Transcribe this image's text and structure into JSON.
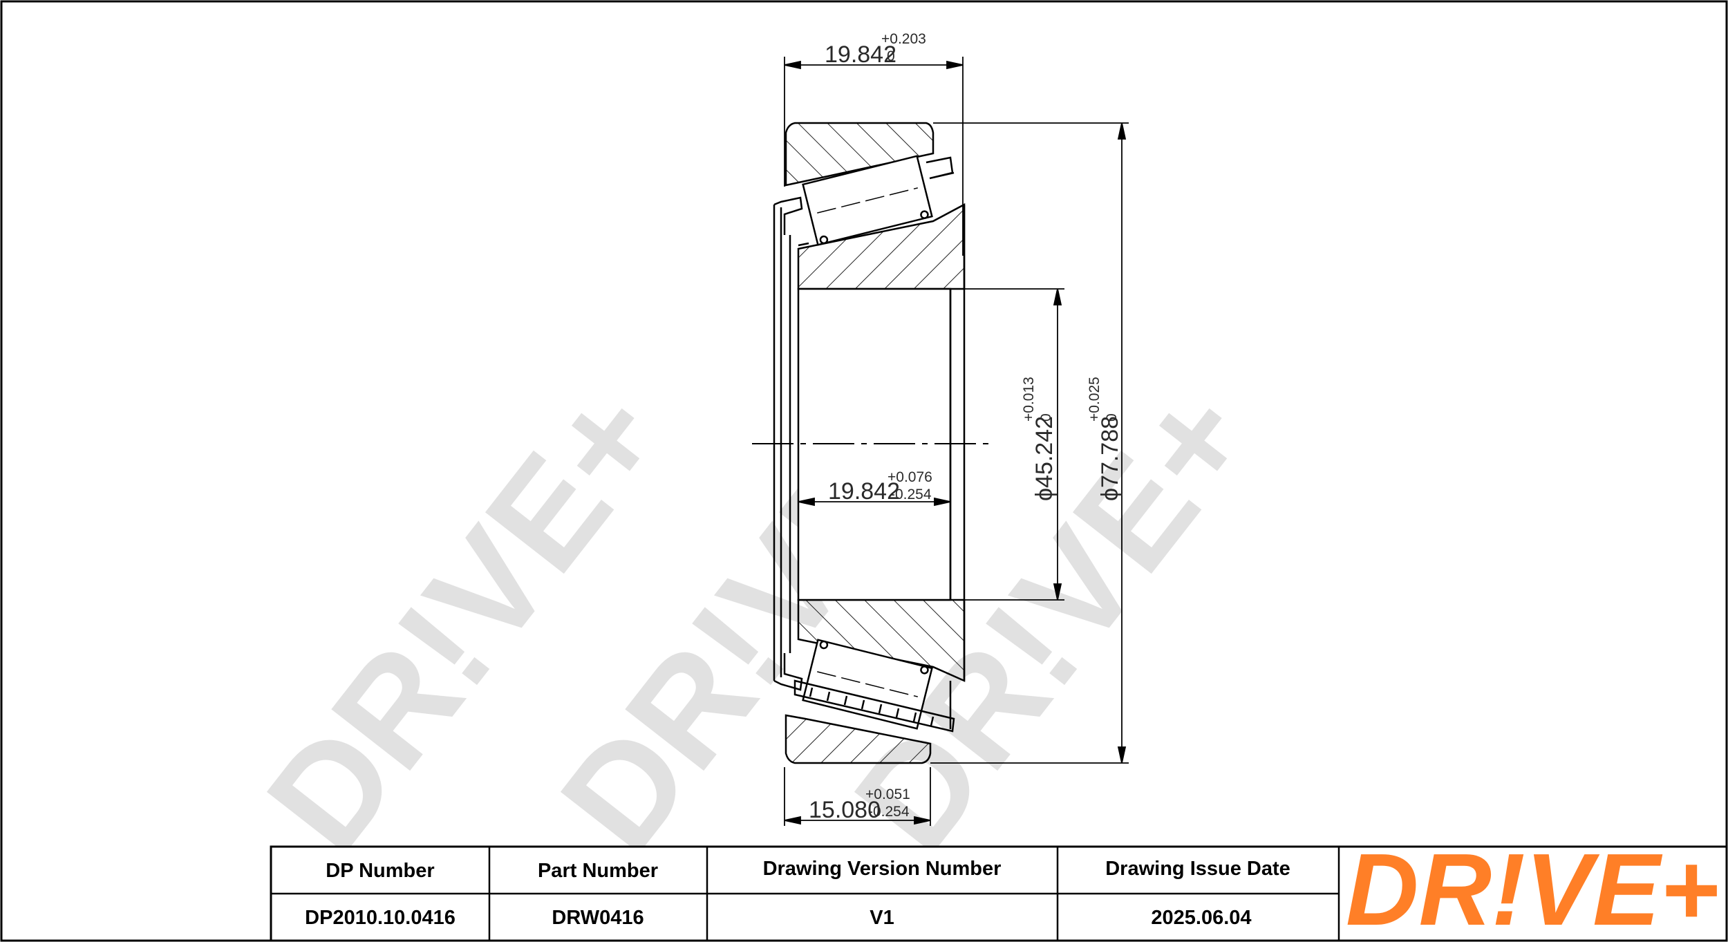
{
  "watermark": {
    "text": "DR!VE+"
  },
  "dimensions": {
    "top_width": {
      "value": "19.842",
      "tol_upper": "+0.203",
      "tol_lower": "0"
    },
    "inner_width": {
      "value": "19.842",
      "tol_upper": "+0.076",
      "tol_lower": "-0.254"
    },
    "bottom_width": {
      "value": "15.080",
      "tol_upper": "+0.051",
      "tol_lower": "-0.254"
    },
    "bore_diameter": {
      "symbol": "ϕ",
      "value": "45.242",
      "tol_upper": "+0.013",
      "tol_lower": "0"
    },
    "outer_diameter": {
      "symbol": "ϕ",
      "value": "77.788",
      "tol_upper": "+0.025",
      "tol_lower": "0"
    }
  },
  "title_block": {
    "headers": {
      "dp_number": "DP Number",
      "part_number": "Part Number",
      "version": "Drawing Version Number",
      "issue_date": "Drawing Issue Date"
    },
    "values": {
      "dp_number": "DP2010.10.0416",
      "part_number": "DRW0416",
      "version": "V1",
      "issue_date": "2025.06.04"
    },
    "logo": {
      "text": "DR!VE+",
      "color": "#ff7f27"
    }
  }
}
